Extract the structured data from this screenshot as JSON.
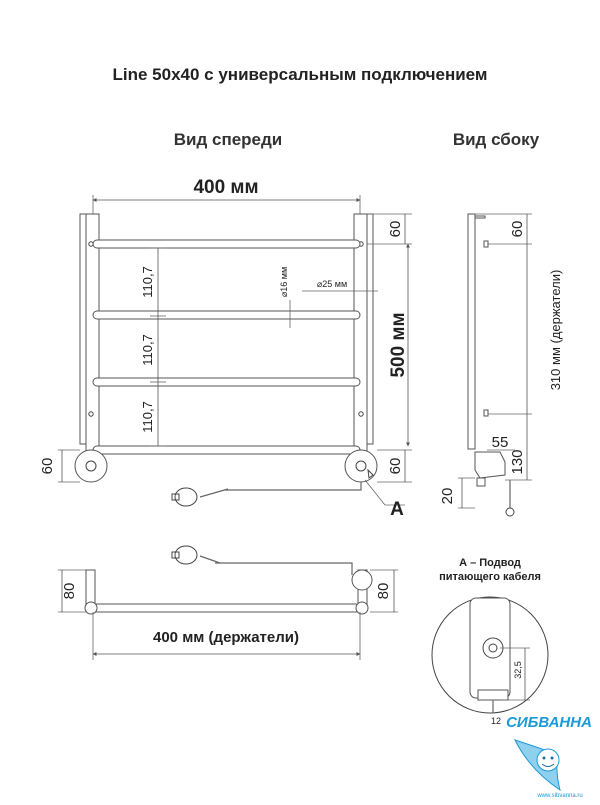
{
  "title": "Line 50х40 с универсальным подключением",
  "views": {
    "front": "Вид спереди",
    "side": "Вид сбоку"
  },
  "front": {
    "width": "400 мм",
    "height": "500 мм",
    "pitches": [
      "110,7",
      "110,7",
      "110,7"
    ],
    "top_offset": "60",
    "bottom_left": "60",
    "bottom_right": "60",
    "pipe_d": "⌀16 мм",
    "post_d": "⌀25 мм",
    "marker": "A"
  },
  "side": {
    "top": "60",
    "holders": "310 мм (держатели)",
    "depth": "55",
    "bottom_h": "130",
    "bottom_off": "20"
  },
  "top_view": {
    "left": "80",
    "right": "80",
    "width": "400 мм (держатели)"
  },
  "detail": {
    "title_line1": "А – Подвод",
    "title_line2": "питающего кабеля",
    "dim_vert": "32,5",
    "dim_small": "12"
  },
  "brand": {
    "name": "СИБВАННА",
    "url": "www.sibvanna.ru"
  }
}
